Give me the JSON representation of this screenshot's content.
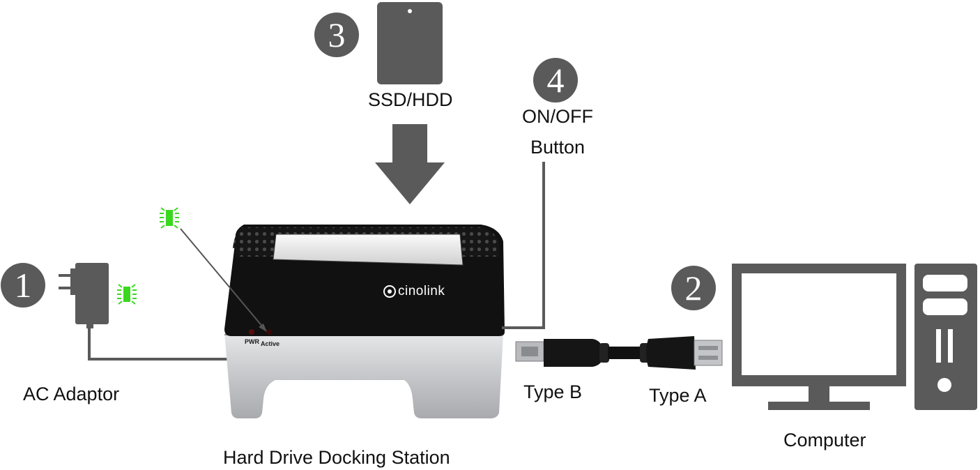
{
  "steps": [
    {
      "number": "1",
      "label": "AC Adaptor"
    },
    {
      "number": "2",
      "label": ""
    },
    {
      "number": "3",
      "label": "SSD/HDD"
    },
    {
      "number": "4",
      "label_line1": "ON/OFF",
      "label_line2": "Button"
    }
  ],
  "labels": {
    "dock": "Hard Drive Docking Station",
    "computer": "Computer",
    "type_b": "Type B",
    "type_a": "Type A"
  },
  "device": {
    "brand": "cinolink",
    "led_pwr": "PWR",
    "led_active": "Active"
  },
  "colors": {
    "icon_gray": "#5a5a5a",
    "led_green": "#39d81f",
    "dock_black": "#111111",
    "dock_silver": "#c9cacc"
  }
}
